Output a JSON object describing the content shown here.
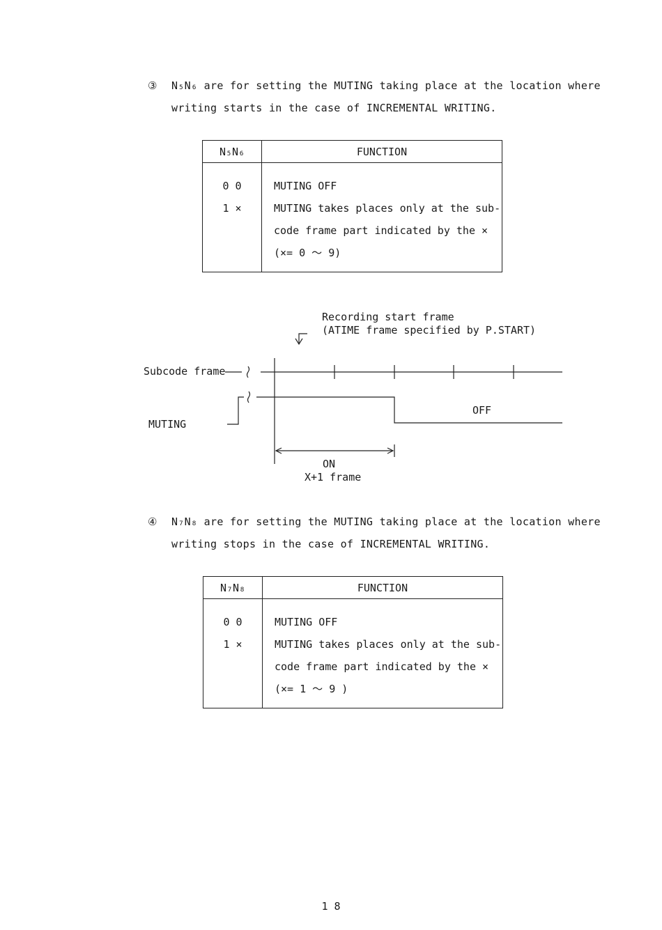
{
  "section3": {
    "marker": "③",
    "line1": "N₅N₆ are for setting the MUTING taking place at the location where",
    "line2": "writing starts in the case of INCREMENTAL WRITING.",
    "table": {
      "header_code": "N₅N₆",
      "header_function": "FUNCTION",
      "codes": [
        "0 0",
        "1 ×"
      ],
      "function_lines": [
        "MUTING OFF",
        "MUTING takes places only at the sub-",
        "code frame part indicated by the ×",
        "(×= 0 ～ 9)"
      ]
    }
  },
  "diagram": {
    "start_label_1": "Recording start frame",
    "start_label_2": "(ATIME frame specified by P.START)",
    "subcode_label": "Subcode frame",
    "muting_label": "MUTING",
    "off_label": "OFF",
    "on_label": "ON",
    "frames_label": "X+1 frame"
  },
  "section4": {
    "marker": "④",
    "line1": "N₇N₈ are for setting the MUTING taking place at the location where",
    "line2": "writing stops in the case of INCREMENTAL WRITING.",
    "table": {
      "header_code": "N₇N₈",
      "header_function": "FUNCTION",
      "codes": [
        "0 0",
        "1 ×"
      ],
      "function_lines": [
        "MUTING OFF",
        "MUTING takes places only at the sub-",
        "code frame part indicated by the ×",
        "(×= 1 ～ 9 )"
      ]
    }
  },
  "page_number": "1 8"
}
